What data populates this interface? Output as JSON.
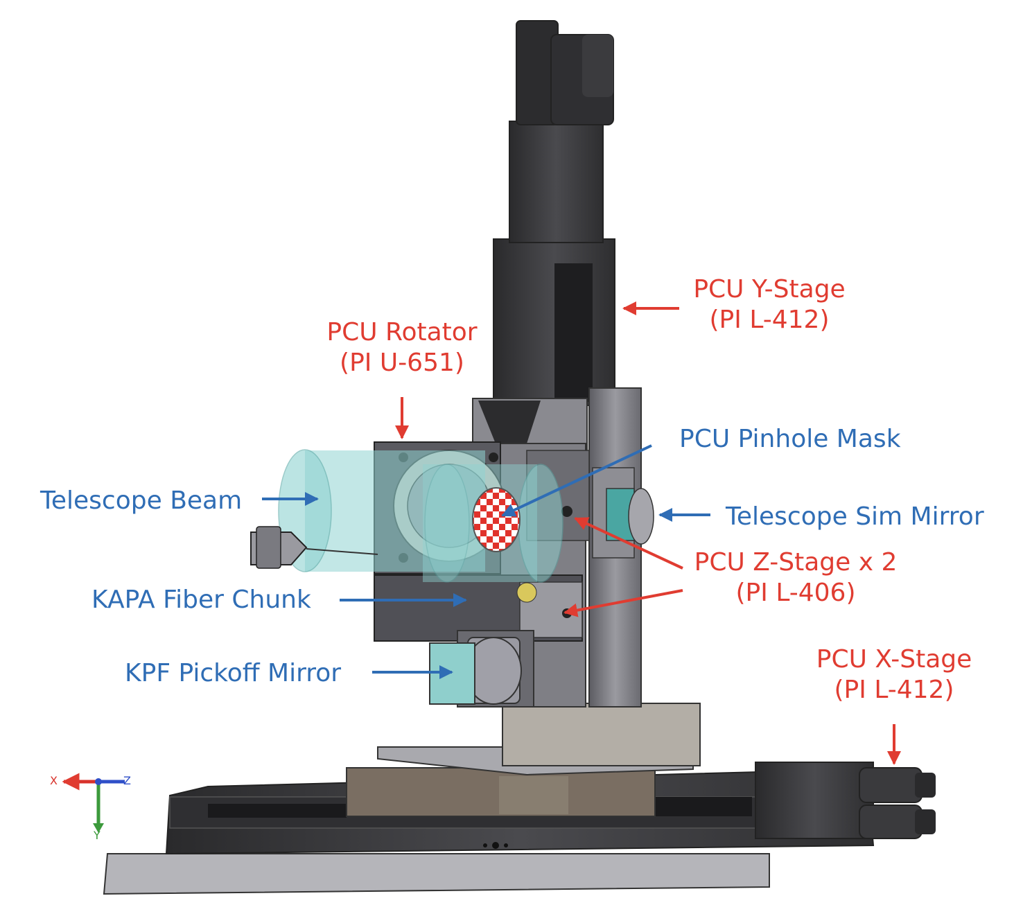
{
  "colors": {
    "red_label": "#e03c31",
    "blue_label": "#2f6db5",
    "metal_dark": "#3a3a3a",
    "metal_mid": "#7c7c82",
    "metal_light": "#b7b7bd",
    "beam": "#8fd3d1"
  },
  "labels": {
    "y_stage": {
      "line1": "PCU Y-Stage",
      "line2": "(PI L-412)"
    },
    "rotator": {
      "line1": "PCU Rotator",
      "line2": "(PI U-651)"
    },
    "pinhole": "PCU Pinhole Mask",
    "tel_beam": "Telescope Beam",
    "tel_sim": "Telescope Sim Mirror",
    "z_stage": {
      "line1": "PCU Z-Stage x 2",
      "line2": "(PI L-406)"
    },
    "kapa": "KAPA Fiber Chunk",
    "kpf": "KPF Pickoff Mirror",
    "x_stage": {
      "line1": "PCU X-Stage",
      "line2": "(PI L-412)"
    }
  },
  "axes_triad": {
    "x": "X",
    "y": "Y",
    "z": "Z"
  }
}
